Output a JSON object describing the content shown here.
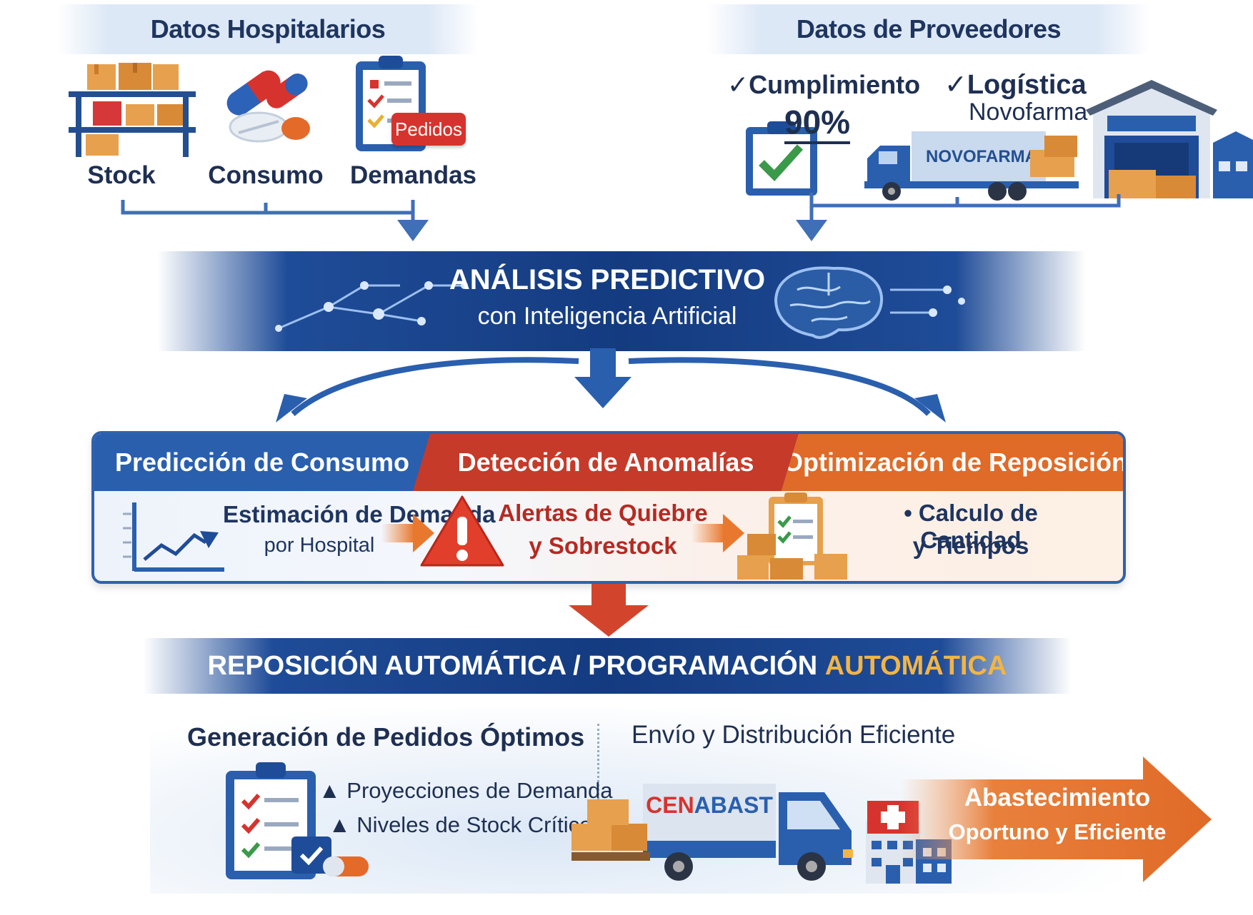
{
  "hospital": {
    "header": "Datos Hospitalarios",
    "items": [
      {
        "label": "Stock",
        "icon": "shelf-boxes-icon"
      },
      {
        "label": "Consumo",
        "icon": "pills-icon"
      },
      {
        "label": "Demandas",
        "icon": "clipboard-icon",
        "badge": "Pedidos"
      }
    ]
  },
  "suppliers": {
    "header": "Datos de Proveedores",
    "compliance_label": "✓Cumplimiento",
    "compliance_value": "90%",
    "logistics_label": "✓Logística",
    "logistics_name": "Novofarma",
    "truck_text": "NOVOFARMA"
  },
  "analysis": {
    "title": "ANÁLISIS PREDICTIVO",
    "subtitle": "con Inteligencia Artificial"
  },
  "modules": [
    {
      "title": "Predicción de Consumo",
      "line1": "Estimación de Demanda",
      "line2": "por Hospital",
      "color": "#2a5fae"
    },
    {
      "title": "Detección de Anomalías",
      "line1": "Alertas de Quiebre",
      "line2": "y Sobrestock",
      "color": "#c63a2a"
    },
    {
      "title": "Optimización de Reposición",
      "line1": "• Calculo de Cantidad",
      "line2": "y Tiempos",
      "color": "#e06a27"
    }
  ],
  "automation": {
    "title_part1": "REPOSICIÓN AUTOMÁTICA / PROGRAMACIÓN ",
    "title_part2": "AUTOMÁTICA",
    "accent": "#f2b544"
  },
  "orders": {
    "title": "Generación de Pedidos Óptimos",
    "bullet1": "▲ Proyecciones de Demanda",
    "bullet2": "▲ Niveles de Stock Crítico"
  },
  "distribution": {
    "title": "Envío y Distribución Eficiente",
    "truck_part1": "CEN",
    "truck_part2": "ABAST",
    "outcome_line1": "Abastecimiento",
    "outcome_line2": "Oportuno y Eficiente"
  }
}
